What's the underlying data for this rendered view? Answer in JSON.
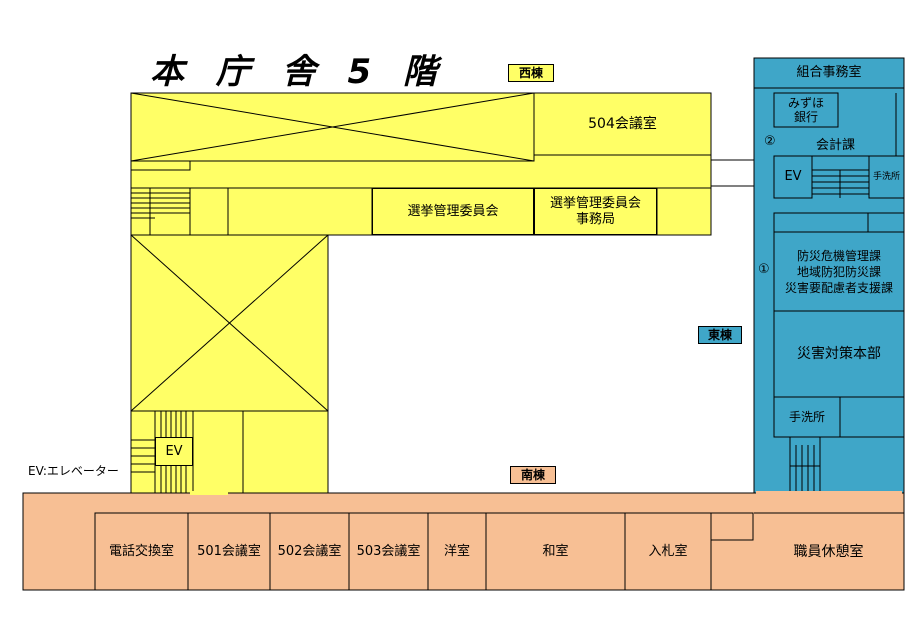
{
  "title": "本 庁 舎 5 階",
  "wings": {
    "west": "西棟",
    "east": "東棟",
    "south": "南棟"
  },
  "legend": "EV:エレベーター",
  "colors": {
    "west": "#ffff66",
    "east": "#3fa6c8",
    "south": "#f7bf94",
    "line": "#000000"
  },
  "west": {
    "room_504": "504会議室",
    "election_committee": "選挙管理委員会",
    "election_office": "選挙管理委員会\n事務局",
    "ev": "EV"
  },
  "east": {
    "union_office": "組合事務室",
    "mizuho_bank": "みずほ\n銀行",
    "marker_2": "②",
    "accounting": "会計課",
    "ev": "EV",
    "restroom_top": "手洗所",
    "marker_1": "①",
    "disaster_depts": "防災危機管理課\n地域防犯防災課\n災害要配慮者支援課",
    "disaster_hq": "災害対策本部",
    "restroom_bottom": "手洗所"
  },
  "south": {
    "rooms": [
      {
        "id": "telephone",
        "label": "電話交換室"
      },
      {
        "id": "501",
        "label": "501会議室"
      },
      {
        "id": "502",
        "label": "502会議室"
      },
      {
        "id": "503",
        "label": "503会議室"
      },
      {
        "id": "western",
        "label": "洋室"
      },
      {
        "id": "japanese",
        "label": "和室"
      },
      {
        "id": "bidding",
        "label": "入札室"
      },
      {
        "id": "lounge",
        "label": "職員休憩室"
      }
    ]
  }
}
